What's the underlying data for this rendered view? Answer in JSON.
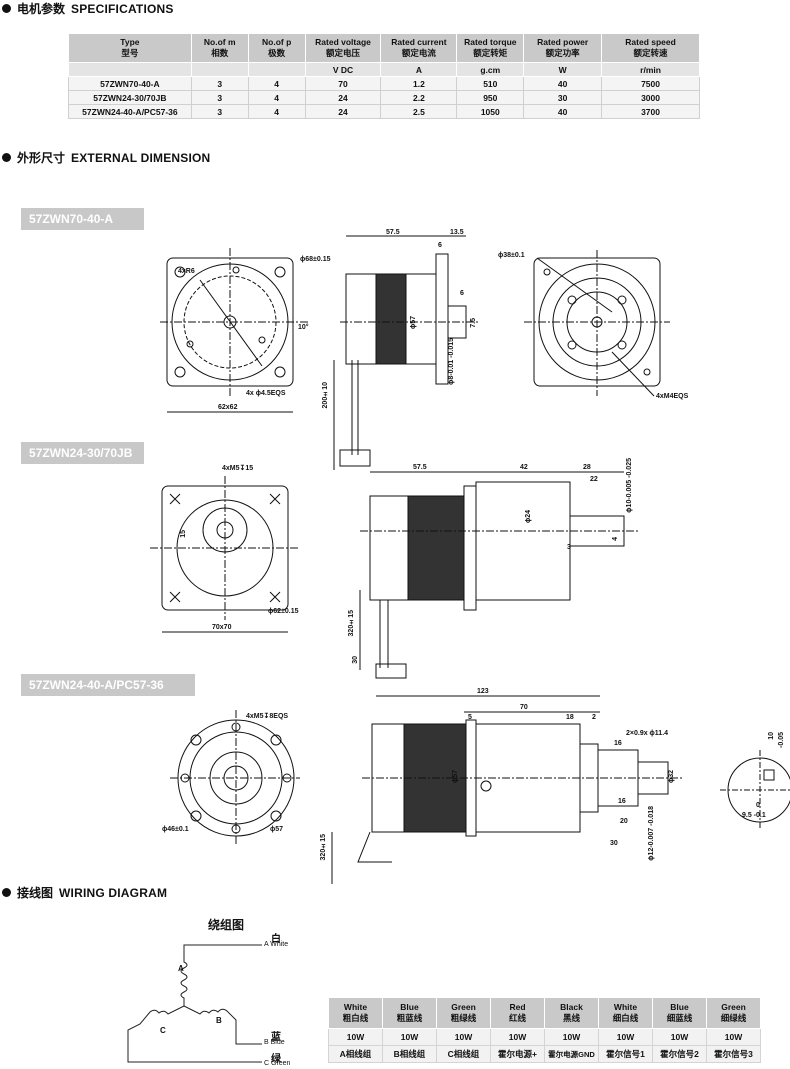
{
  "sections": {
    "specifications": {
      "cn": "电机参数",
      "en": "SPECIFICATIONS"
    },
    "external_dimension": {
      "cn": "外形尺寸",
      "en": "EXTERNAL DIMENSION"
    },
    "wiring_diagram": {
      "cn": "接线图",
      "en": "WIRING DIAGRAM"
    }
  },
  "spec_table": {
    "headers": [
      {
        "en": "Type",
        "cn": "型号"
      },
      {
        "en": "No.of m",
        "cn": "相数"
      },
      {
        "en": "No.of p",
        "cn": "极数"
      },
      {
        "en": "Rated voltage",
        "cn": "额定电压"
      },
      {
        "en": "Rated current",
        "cn": "额定电流"
      },
      {
        "en": "Rated torque",
        "cn": "额定转矩"
      },
      {
        "en": "Rated power",
        "cn": "额定功率"
      },
      {
        "en": "Rated speed",
        "cn": "额定转速"
      }
    ],
    "units": [
      "",
      "",
      "",
      "V DC",
      "A",
      "g.cm",
      "W",
      "r/min"
    ],
    "rows": [
      [
        "57ZWN70-40-A",
        "3",
        "4",
        "70",
        "1.2",
        "510",
        "40",
        "7500"
      ],
      [
        "57ZWN24-30/70JB",
        "3",
        "4",
        "24",
        "2.2",
        "950",
        "30",
        "3000"
      ],
      [
        "57ZWN24-40-A/PC57-36",
        "3",
        "4",
        "24",
        "2.5",
        "1050",
        "40",
        "3700"
      ]
    ]
  },
  "models": [
    "57ZWN70-40-A",
    "57ZWN24-30/70JB",
    "57ZWN24-40-A/PC57-36"
  ],
  "drawing1": {
    "front": [
      "4xR6",
      "ϕ68±0.15",
      "10°",
      "4x ϕ4.5EQS",
      "62x62"
    ],
    "side": [
      "57.5",
      "13.5",
      "6",
      "6",
      "ϕ57",
      "7.5",
      "ϕ8-0.01 -0.015",
      "200±10"
    ],
    "rear": [
      "ϕ38±0.1",
      "4xM4EQS"
    ]
  },
  "drawing2": {
    "front": [
      "4xM5↧15",
      "15",
      "ϕ62±0.15",
      "70x70"
    ],
    "side": [
      "57.5",
      "42",
      "28",
      "22",
      "ϕ10-0.005 -0.025",
      "ϕ24",
      "3",
      "4",
      "320±15",
      "30"
    ]
  },
  "drawing3": {
    "front": [
      "4xM5↧8EQS",
      "ϕ46±0.1",
      "ϕ57"
    ],
    "side": [
      "123",
      "70",
      "5",
      "18",
      "2",
      "2×0.9x ϕ11.4",
      "16",
      "ϕ57",
      "ϕ32",
      "16",
      "20",
      "ϕ12-0.007 -0.018",
      "30",
      "320±15"
    ],
    "shaft": [
      "10",
      "-0.05",
      "9.5 -0.1",
      "0"
    ]
  },
  "wiring": {
    "title": "绕组图",
    "labels": [
      {
        "cn": "白",
        "en": "A White"
      },
      {
        "cn": "蓝",
        "en": "B Blue"
      },
      {
        "cn": "绿",
        "en": "C Green"
      }
    ],
    "coils": [
      "A",
      "B",
      "C"
    ],
    "table": {
      "headers": [
        {
          "en": "White",
          "cn": "粗白线"
        },
        {
          "en": "Blue",
          "cn": "粗蓝线"
        },
        {
          "en": "Green",
          "cn": "粗绿线"
        },
        {
          "en": "Red",
          "cn": "红线"
        },
        {
          "en": "Black",
          "cn": "黑线"
        },
        {
          "en": "White",
          "cn": "细白线"
        },
        {
          "en": "Blue",
          "cn": "细蓝线"
        },
        {
          "en": "Green",
          "cn": "细绿线"
        }
      ],
      "power": [
        "10W",
        "10W",
        "10W",
        "10W",
        "10W",
        "10W",
        "10W",
        "10W"
      ],
      "function": [
        "A相线组",
        "B相线组",
        "C相线组",
        "霍尔电源+",
        "霍尔电源GND",
        "霍尔信号1",
        "霍尔信号2",
        "霍尔信号3"
      ]
    }
  }
}
